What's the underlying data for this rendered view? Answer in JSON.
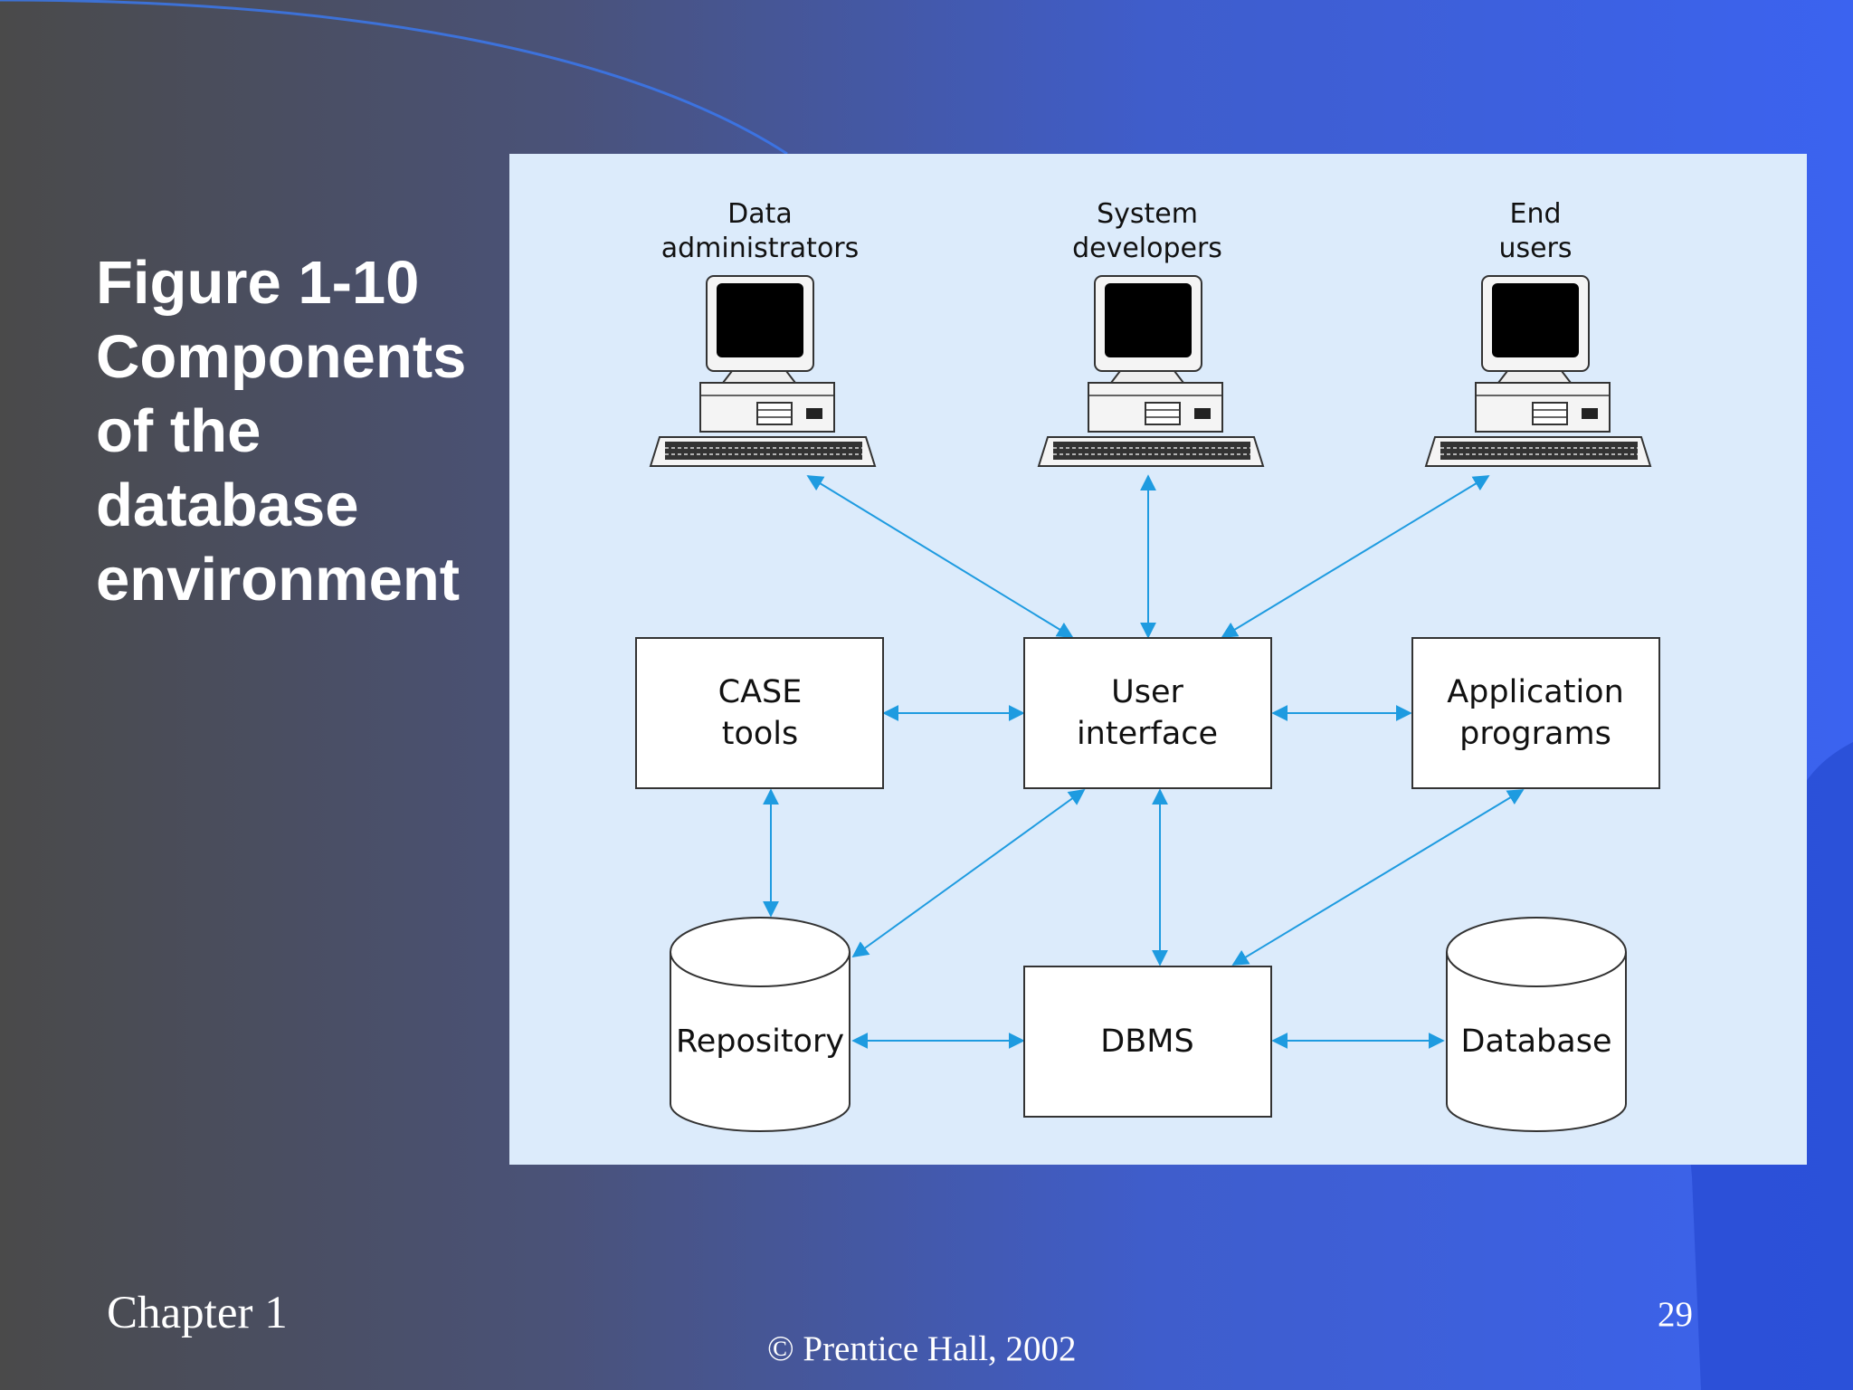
{
  "slide": {
    "title_lines": [
      "Figure 1-10",
      "Components",
      "of the",
      "database",
      "environment"
    ],
    "footer_left": "Chapter 1",
    "footer_center": "© Prentice Hall, 2002",
    "page_number": "29"
  },
  "diagram": {
    "users": {
      "data_admins": [
        "Data",
        "administrators"
      ],
      "system_devs": [
        "System",
        "developers"
      ],
      "end_users": [
        "End",
        "users"
      ]
    },
    "boxes": {
      "case_tools": [
        "CASE",
        "tools"
      ],
      "user_interface": [
        "User",
        "interface"
      ],
      "app_programs": [
        "Application",
        "programs"
      ],
      "dbms": "DBMS"
    },
    "cylinders": {
      "repository": "Repository",
      "database": "Database"
    },
    "colors": {
      "arrow": "#1e9be0",
      "panel": "#dcebfb"
    }
  }
}
